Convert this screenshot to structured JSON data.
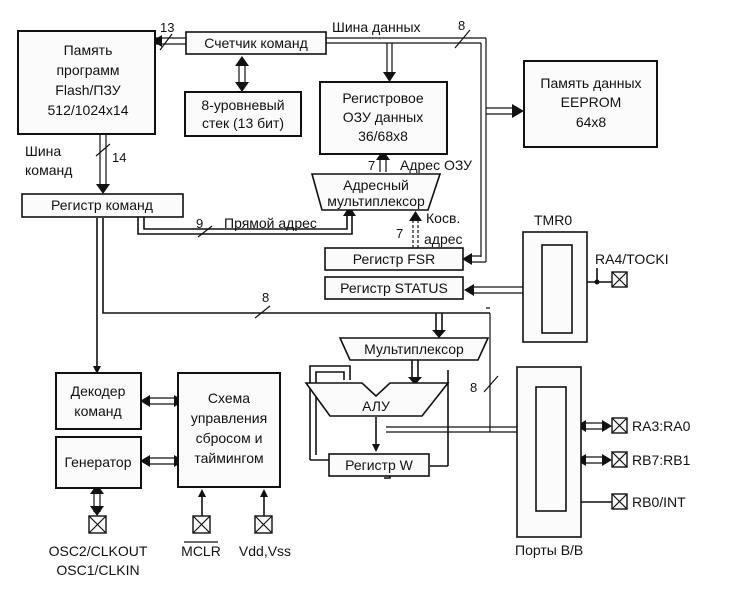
{
  "blocks": {
    "program_memory": [
      "Память",
      "программ",
      "Flash/ПЗУ",
      "512/1024x14"
    ],
    "program_counter": "Счетчик команд",
    "stack": [
      "8-уровневый",
      "стек (13 бит)"
    ],
    "ram": [
      "Регистровое",
      "ОЗУ данных",
      "36/68x8"
    ],
    "eeprom": [
      "Память данных",
      "EEPROM",
      "64x8"
    ],
    "addr_mux": [
      "Адресный",
      "мультиплексор"
    ],
    "instr_register": "Регистр команд",
    "fsr": "Регистр FSR",
    "status": "Регистр STATUS",
    "tmr0": "TMR0",
    "mux": "Мультиплексор",
    "alu": "АЛУ",
    "w_reg": "Регистр W",
    "decoder": [
      "Декодер",
      "команд"
    ],
    "control": [
      "Схема",
      "управления",
      "сбросом и",
      "таймингом"
    ],
    "generator": "Генератор",
    "ports": "Порты В/В"
  },
  "labels": {
    "data_bus": "Шина данных",
    "instr_bus": [
      "Шина",
      "команд"
    ],
    "direct_addr": "Прямой адрес",
    "ram_addr": "Адрес ОЗУ",
    "indirect_addr": [
      "Косв.",
      "адрес"
    ],
    "w13": "13",
    "w14": "14",
    "w8_top": "8",
    "w7_ram": "7",
    "w9": "9",
    "w7_ind": "7",
    "w8_mid": "8",
    "w8_right": "8"
  },
  "pins": {
    "ra4": "RA4/TOCKI",
    "ra3": "RA3:RA0",
    "rb7": "RB7:RB1",
    "rb0": "RB0/INT",
    "osc_1": "OSC2/CLKOUT",
    "osc_2": "OSC1/CLKIN",
    "mclr": "MCLR",
    "vdd": "Vdd,Vss"
  }
}
